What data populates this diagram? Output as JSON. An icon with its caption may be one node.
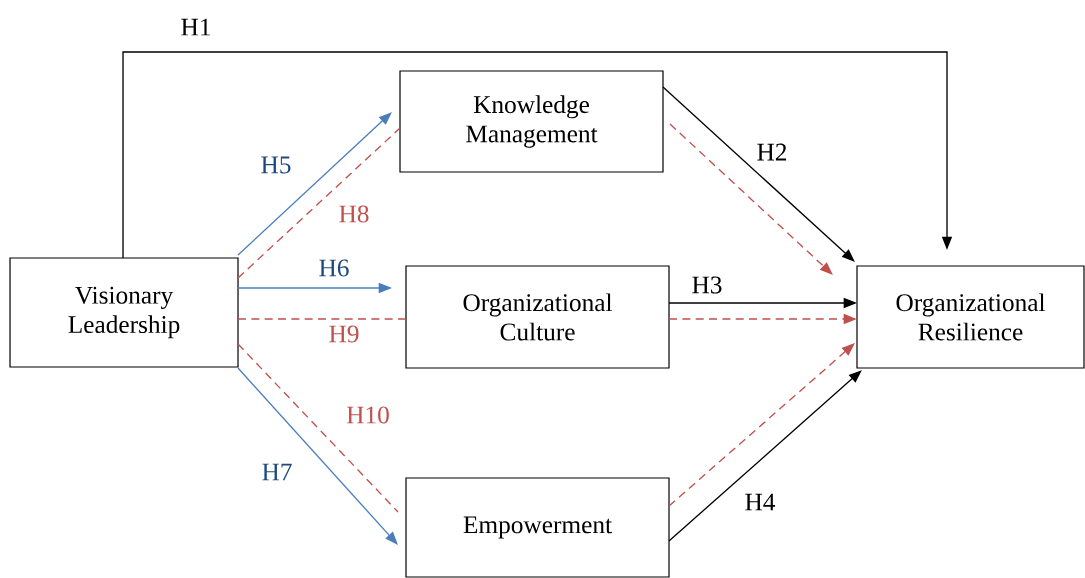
{
  "diagram": {
    "nodes": [
      {
        "text": [
          "Visionary Leadership"
        ]
      },
      {
        "text": [
          "Knowledge Management"
        ]
      },
      {
        "text": [
          "Organizational Culture"
        ]
      },
      {
        "text": [
          "Empowerment"
        ]
      },
      {
        "text": [
          "Organizational Resilience"
        ]
      }
    ],
    "edges": [
      {
        "from": 0,
        "to": 4,
        "arrow": "to",
        "label": "H1",
        "color": "#000000"
      },
      {
        "from": 0,
        "to": 1,
        "arrow": "to",
        "label": "H5",
        "color": "#4a7ebb"
      },
      {
        "from": 0,
        "to": 1,
        "arrow": "none",
        "label": "H8",
        "style": "dashed",
        "color": "#c0504d"
      },
      {
        "from": 0,
        "to": 2,
        "arrow": "to",
        "label": "H6",
        "color": "#4a7ebb"
      },
      {
        "from": 0,
        "to": 2,
        "arrow": "none",
        "label": "H9",
        "style": "dashed",
        "color": "#c0504d"
      },
      {
        "from": 0,
        "to": 3,
        "arrow": "to",
        "label": "H7",
        "color": "#4a7ebb"
      },
      {
        "from": 0,
        "to": 3,
        "arrow": "none",
        "label": "H10",
        "style": "dashed",
        "color": "#c0504d"
      },
      {
        "from": 1,
        "to": 4,
        "arrow": "to",
        "label": "H2",
        "color": "#000000"
      },
      {
        "from": 1,
        "to": 4,
        "arrow": "to",
        "style": "dashed",
        "color": "#c0504d"
      },
      {
        "from": 2,
        "to": 4,
        "arrow": "to",
        "label": "H3",
        "color": "#000000"
      },
      {
        "from": 2,
        "to": 4,
        "arrow": "to",
        "style": "dashed",
        "color": "#c0504d"
      },
      {
        "from": 3,
        "to": 4,
        "arrow": "to",
        "label": "H4",
        "color": "#000000"
      },
      {
        "from": 3,
        "to": 4,
        "arrow": "to",
        "style": "dashed",
        "color": "#c0504d"
      }
    ]
  }
}
